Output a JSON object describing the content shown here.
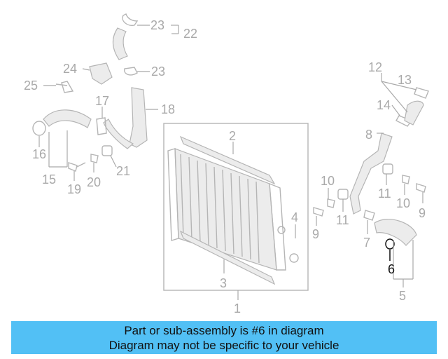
{
  "callouts": {
    "c1": "1",
    "c2": "2",
    "c3": "3",
    "c4": "4",
    "c5": "5",
    "c6": "6",
    "c7": "7",
    "c8": "8",
    "c9a": "9",
    "c9b": "9",
    "c10a": "10",
    "c10b": "10",
    "c11a": "11",
    "c11b": "11",
    "c12": "12",
    "c13": "13",
    "c14": "14",
    "c15": "15",
    "c16": "16",
    "c17": "17",
    "c18": "18",
    "c19": "19",
    "c20": "20",
    "c21": "21",
    "c22": "22",
    "c23a": "23",
    "c23b": "23",
    "c24": "24",
    "c25": "25"
  },
  "highlight": {
    "part_number": "6",
    "color": "#111111"
  },
  "banner": {
    "line1": "Part or sub-assembly is #6 in diagram",
    "line2": "Diagram may not be specific to your vehicle",
    "background": "#52c0f5"
  }
}
